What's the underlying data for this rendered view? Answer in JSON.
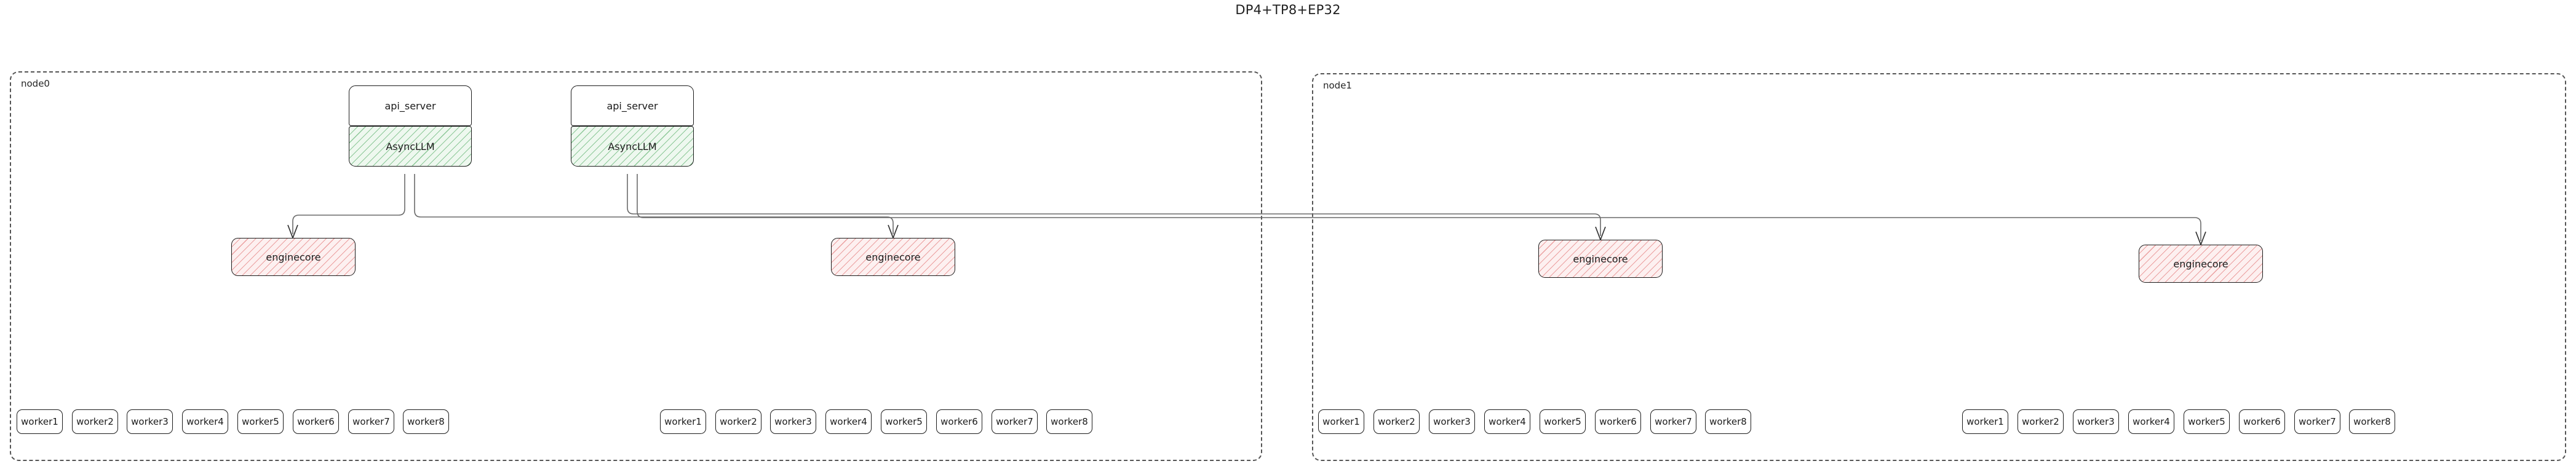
{
  "title": "DP4+TP8+EP32",
  "nodes": [
    {
      "label": "node0",
      "api_servers": [
        {
          "title": "api_server",
          "engine_label": "AsyncLLM"
        },
        {
          "title": "api_server",
          "engine_label": "AsyncLLM"
        }
      ],
      "enginecores": [
        {
          "label": "enginecore"
        },
        {
          "label": "enginecore"
        }
      ],
      "worker_groups": [
        {
          "workers": [
            "worker1",
            "worker2",
            "worker3",
            "worker4",
            "worker5",
            "worker6",
            "worker7",
            "worker8"
          ]
        },
        {
          "workers": [
            "worker1",
            "worker2",
            "worker3",
            "worker4",
            "worker5",
            "worker6",
            "worker7",
            "worker8"
          ]
        }
      ]
    },
    {
      "label": "node1",
      "api_servers": [],
      "enginecores": [
        {
          "label": "enginecore"
        },
        {
          "label": "enginecore"
        }
      ],
      "worker_groups": [
        {
          "workers": [
            "worker1",
            "worker2",
            "worker3",
            "worker4",
            "worker5",
            "worker6",
            "worker7",
            "worker8"
          ]
        },
        {
          "workers": [
            "worker1",
            "worker2",
            "worker3",
            "worker4",
            "worker5",
            "worker6",
            "worker7",
            "worker8"
          ]
        }
      ]
    }
  ],
  "colors": {
    "asyncllm_hatch": "#3da050",
    "enginecore_hatch": "#e06e6e",
    "border": "#1c1c1c",
    "cluster_border": "#555555",
    "connector": "#6a6a6a",
    "background": "#ffffff"
  },
  "diagram_type": "architecture-block-diagram"
}
